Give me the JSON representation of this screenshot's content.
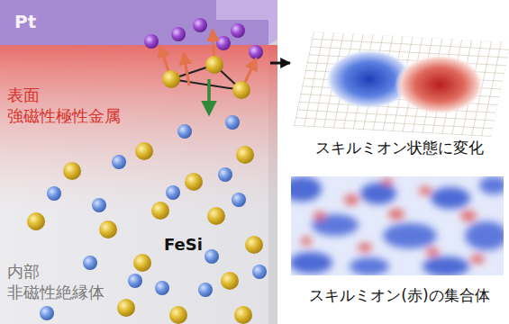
{
  "diagram": {
    "nodes": [
      {
        "text": [
          "Pt"
        ]
      },
      {
        "text": [
          "表面 強磁性極性金属"
        ]
      },
      {
        "text": [
          "FeSi",
          "内部 非磁性絶縁体"
        ]
      },
      {
        "text": [
          "スキルミオン状態に変化"
        ]
      },
      {
        "text": [
          "スキルミオン(赤)の集合体"
        ]
      }
    ],
    "edges": [
      {
        "from": 1,
        "to": 3,
        "arrow": "to"
      }
    ]
  }
}
